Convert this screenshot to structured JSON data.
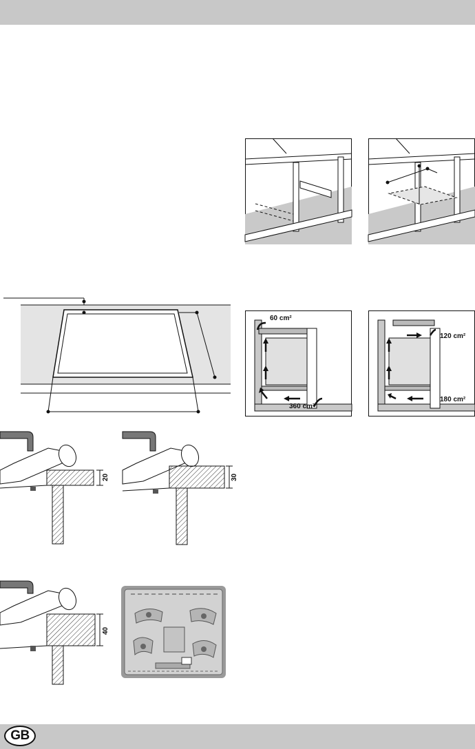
{
  "badge": {
    "label": "GB"
  },
  "figures": {
    "vent_left": {
      "top_area": "60 cm²",
      "bottom_area": "360 cm²"
    },
    "vent_right": {
      "top_area": "120 cm²",
      "bottom_area": "180 cm²"
    },
    "worktop_a": {
      "thickness": "20"
    },
    "worktop_b": {
      "thickness": "30"
    },
    "worktop_c": {
      "thickness": "40"
    }
  }
}
